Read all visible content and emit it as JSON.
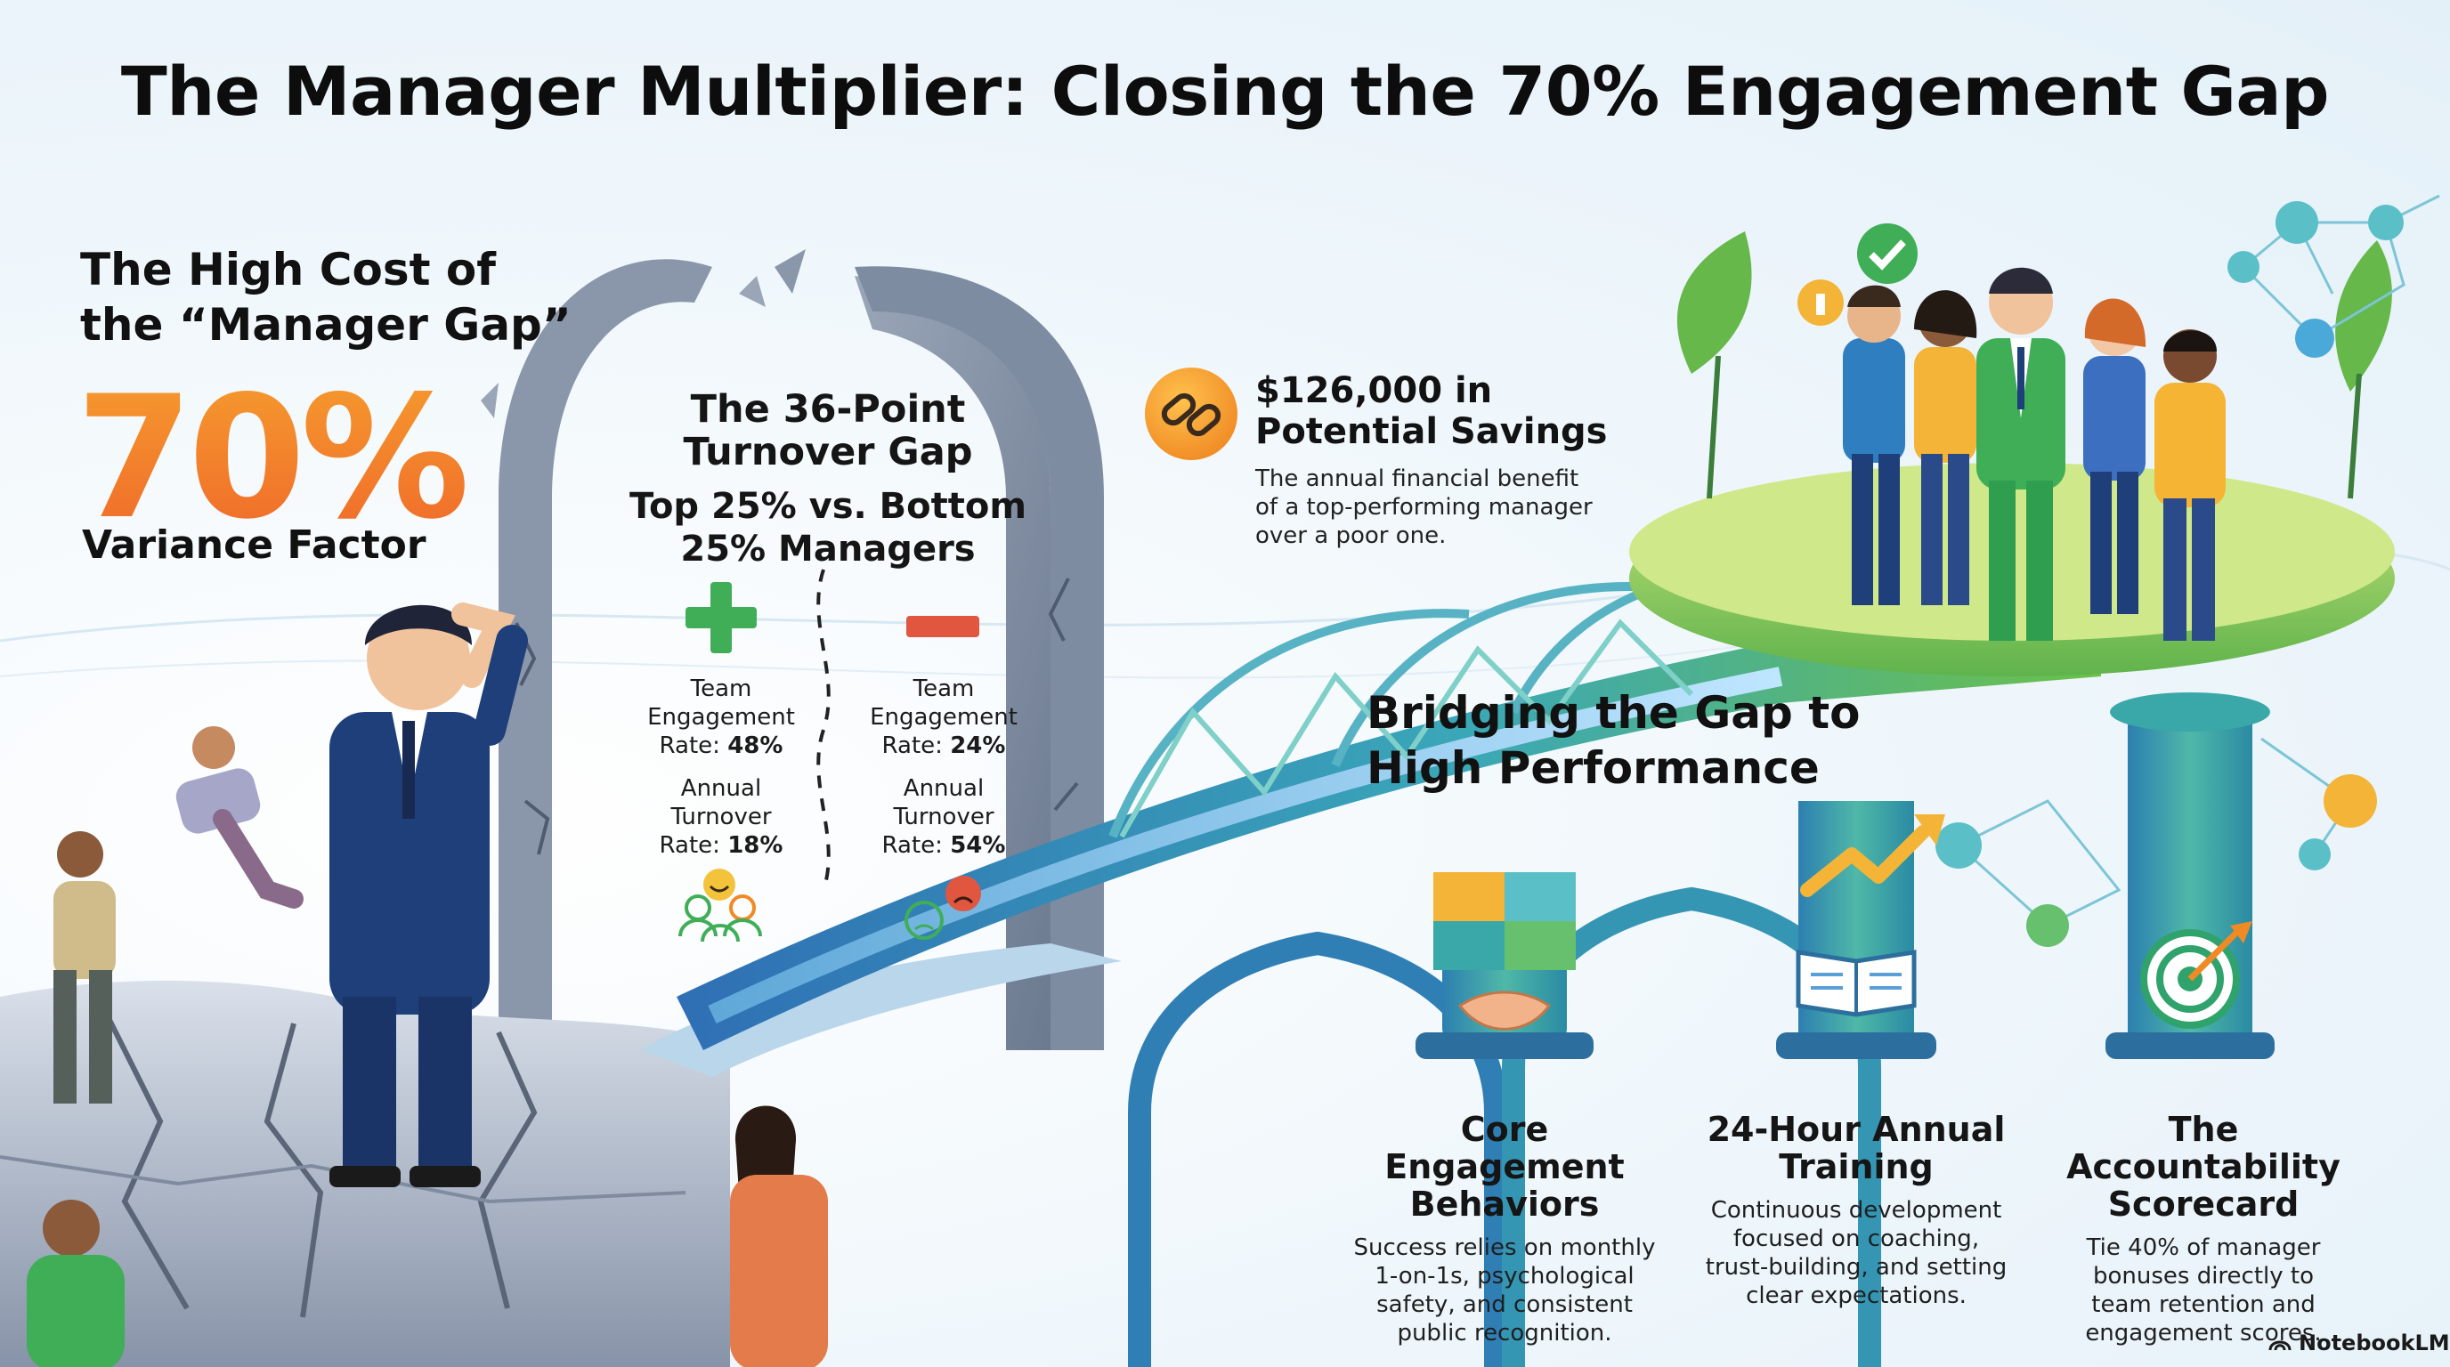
{
  "title": "The Manager Multiplier: Closing the 70% Engagement Gap",
  "cost": {
    "heading_line1": "The High Cost of",
    "heading_line2": "the “Manager Gap”",
    "stat": "70%",
    "stat_label": "Variance Factor"
  },
  "turnover": {
    "heading_line1": "The 36-Point",
    "heading_line2": "Turnover Gap",
    "sub_line1": "Top 25% vs. Bottom",
    "sub_line2": "25% Managers",
    "top": {
      "engagement_label_line1": "Team",
      "engagement_label_line2": "Engagement",
      "engagement_rate_label": "Rate:",
      "engagement_rate": "48%",
      "turnover_label_line1": "Annual",
      "turnover_label_line2": "Turnover",
      "turnover_rate_label": "Rate:",
      "turnover_rate": "18%"
    },
    "bottom": {
      "engagement_label_line1": "Team",
      "engagement_label_line2": "Engagement",
      "engagement_rate_label": "Rate:",
      "engagement_rate": "24%",
      "turnover_label_line1": "Annual",
      "turnover_label_line2": "Turnover",
      "turnover_rate_label": "Rate:",
      "turnover_rate": "54%"
    }
  },
  "savings": {
    "heading_line1": "$126,000 in",
    "heading_line2": "Potential Savings",
    "desc_line1": "The annual financial benefit",
    "desc_line2": "of a top-performing manager",
    "desc_line3": "over a poor one."
  },
  "bridge": {
    "heading_line1": "Bridging the Gap to",
    "heading_line2": "High Performance"
  },
  "pillars": [
    {
      "title_line1": "Core Engagement",
      "title_line2": "Behaviors",
      "desc_line1": "Success relies on monthly",
      "desc_line2": "1-on-1s, psychological",
      "desc_line3": "safety, and consistent",
      "desc_line4": "public recognition."
    },
    {
      "title_line1": "24-Hour Annual",
      "title_line2": "Training",
      "desc_line1": "Continuous development",
      "desc_line2": "focused on coaching,",
      "desc_line3": "trust-building, and setting",
      "desc_line4": "clear expectations."
    },
    {
      "title_line1": "The Accountability",
      "title_line2": "Scorecard",
      "desc_line1": "Tie 40% of manager",
      "desc_line2": "bonuses directly to",
      "desc_line3": "team retention and",
      "desc_line4": "engagement scores."
    }
  ],
  "brand": "NotebookLM",
  "colors": {
    "accent_orange": "#f2762b",
    "positive_green": "#3fae57",
    "negative_red": "#e0563f",
    "bridge_teal": "#3aa7b8",
    "manager_navy": "#1f3f7a"
  },
  "icons": [
    "plus-icon",
    "minus-icon",
    "happy-team-icon",
    "sad-face-icon",
    "broken-chain-icon",
    "puzzle-handshake-icon",
    "open-book-icon",
    "growth-arrow-icon",
    "target-icon",
    "check-badge-icon",
    "lightbulb-icon",
    "network-icon"
  ]
}
